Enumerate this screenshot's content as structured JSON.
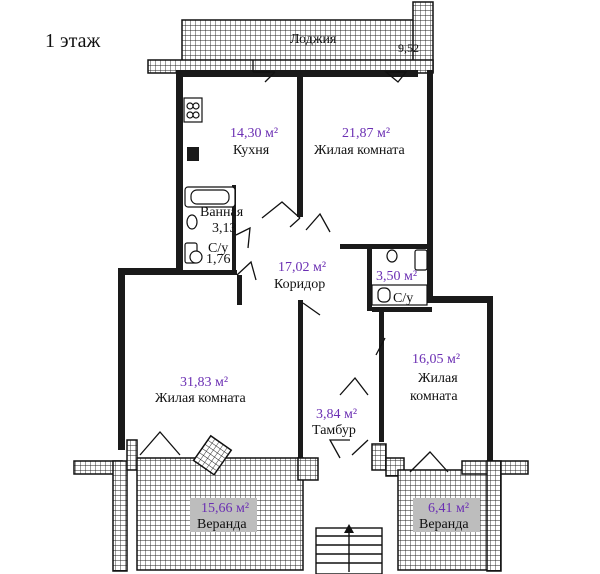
{
  "floor_label": "1 этаж",
  "rooms": {
    "loggia": {
      "name": "Лоджия",
      "area": "9,52"
    },
    "kitchen": {
      "name": "Кухня",
      "area": "14,30 м²"
    },
    "living_top": {
      "name": "Жилая комната",
      "area": "21,87 м²"
    },
    "bathroom": {
      "name": "Ванная",
      "area": "3,13"
    },
    "wc_left": {
      "name": "С/у",
      "area": "1,76"
    },
    "corridor": {
      "name": "Коридор",
      "area": "17,02 м²"
    },
    "wc_right": {
      "name": "С/у",
      "area": "3,50 м²"
    },
    "living_left": {
      "name": "Жилая комната",
      "area": "31,83 м²"
    },
    "living_right": {
      "name_line1": "Жилая",
      "name_line2": "комната",
      "area": "16,05 м²"
    },
    "tambour": {
      "name": "Тамбур",
      "area": "3,84 м²"
    },
    "veranda_left": {
      "name": "Веранда",
      "area": "15,66 м²"
    },
    "veranda_right": {
      "name": "Веранда",
      "area": "6,41 м²"
    }
  },
  "colors": {
    "area_text": "#6b2fb3",
    "walls": "#1a1a1a",
    "label_box": "#bdbdbd"
  }
}
